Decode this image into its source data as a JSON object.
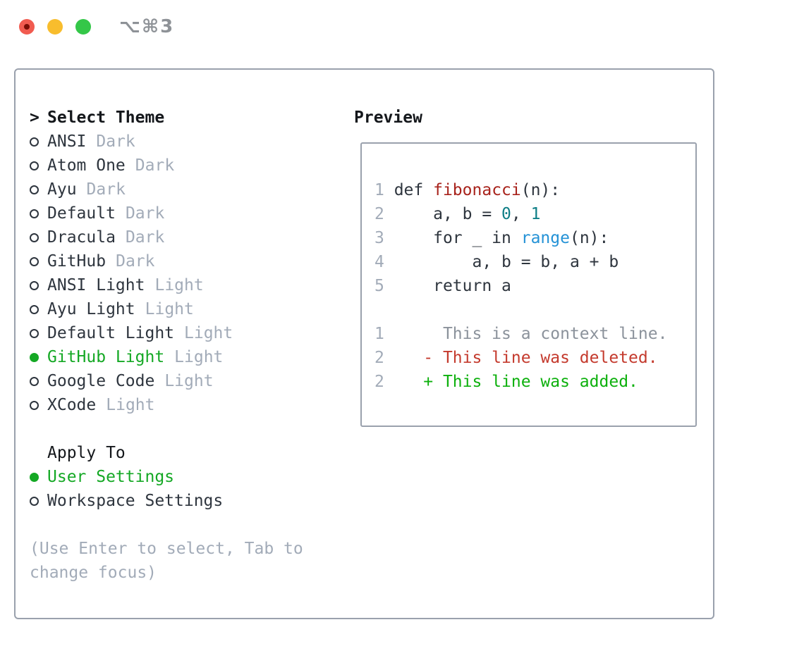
{
  "window": {
    "title": "⌥⌘3",
    "traffic_lights": [
      {
        "name": "close",
        "color": "#f15b50",
        "has_dot": true
      },
      {
        "name": "minimize",
        "color": "#f8bd2d",
        "has_dot": false
      },
      {
        "name": "zoom",
        "color": "#34c748",
        "has_dot": false
      }
    ]
  },
  "theme_menu": {
    "prompt": ">",
    "title": "Select Theme",
    "items": [
      {
        "name": "ANSI",
        "tag": "Dark",
        "selected": false
      },
      {
        "name": "Atom One",
        "tag": "Dark",
        "selected": false
      },
      {
        "name": "Ayu",
        "tag": "Dark",
        "selected": false
      },
      {
        "name": "Default",
        "tag": "Dark",
        "selected": false
      },
      {
        "name": "Dracula",
        "tag": "Dark",
        "selected": false
      },
      {
        "name": "GitHub",
        "tag": "Dark",
        "selected": false
      },
      {
        "name": "ANSI Light",
        "tag": "Light",
        "selected": false
      },
      {
        "name": "Ayu Light",
        "tag": "Light",
        "selected": false
      },
      {
        "name": "Default Light",
        "tag": "Light",
        "selected": false
      },
      {
        "name": "GitHub Light",
        "tag": "Light",
        "selected": true
      },
      {
        "name": "Google Code",
        "tag": "Light",
        "selected": false
      },
      {
        "name": "XCode",
        "tag": "Light",
        "selected": false
      }
    ]
  },
  "apply_to": {
    "title": "Apply To",
    "options": [
      {
        "name": "User Settings",
        "selected": true
      },
      {
        "name": "Workspace Settings",
        "selected": false
      }
    ]
  },
  "help_lines": [
    "(Use Enter to select, Tab to",
    "change focus)"
  ],
  "preview": {
    "title": "Preview",
    "lines": [
      {
        "kind": "code",
        "num": "1",
        "tokens": [
          {
            "text": " def ",
            "type": "text"
          },
          {
            "text": "fibonacci",
            "type": "func"
          },
          {
            "text": "(n):",
            "type": "text"
          }
        ]
      },
      {
        "kind": "code",
        "num": "2",
        "tokens": [
          {
            "text": "     a, b = ",
            "type": "text"
          },
          {
            "text": "0",
            "type": "num"
          },
          {
            "text": ", ",
            "type": "text"
          },
          {
            "text": "1",
            "type": "num"
          }
        ]
      },
      {
        "kind": "code",
        "num": "3",
        "tokens": [
          {
            "text": "     for _ in ",
            "type": "text"
          },
          {
            "text": "range",
            "type": "builtin"
          },
          {
            "text": "(n):",
            "type": "text"
          }
        ]
      },
      {
        "kind": "code",
        "num": "4",
        "tokens": [
          {
            "text": "         a, b = b, a + b",
            "type": "text"
          }
        ]
      },
      {
        "kind": "code",
        "num": "5",
        "tokens": [
          {
            "text": "     return a",
            "type": "text"
          }
        ]
      },
      {
        "kind": "blank",
        "num": "",
        "tokens": []
      },
      {
        "kind": "context",
        "num": "1",
        "tokens": [
          {
            "text": "      This is a context line.",
            "type": "context"
          }
        ]
      },
      {
        "kind": "deleted",
        "num": "2",
        "tokens": [
          {
            "text": "    - This line was deleted.",
            "type": "deleted"
          }
        ]
      },
      {
        "kind": "added",
        "num": "2",
        "tokens": [
          {
            "text": "    + This line was added.",
            "type": "added"
          }
        ]
      }
    ]
  },
  "colors": {
    "selected_green": "#14a824",
    "added_green": "#0db00d",
    "deleted_red": "#c43a2d",
    "function_red": "#a8231c",
    "number_teal": "#0e7e86",
    "builtin_blue": "#2492d6",
    "traffic_red": "#f15b50",
    "traffic_red_dot": "#7a0d05",
    "traffic_yellow": "#f8bd2d",
    "traffic_green": "#34c748",
    "border_gray": "#9aa1ad"
  }
}
